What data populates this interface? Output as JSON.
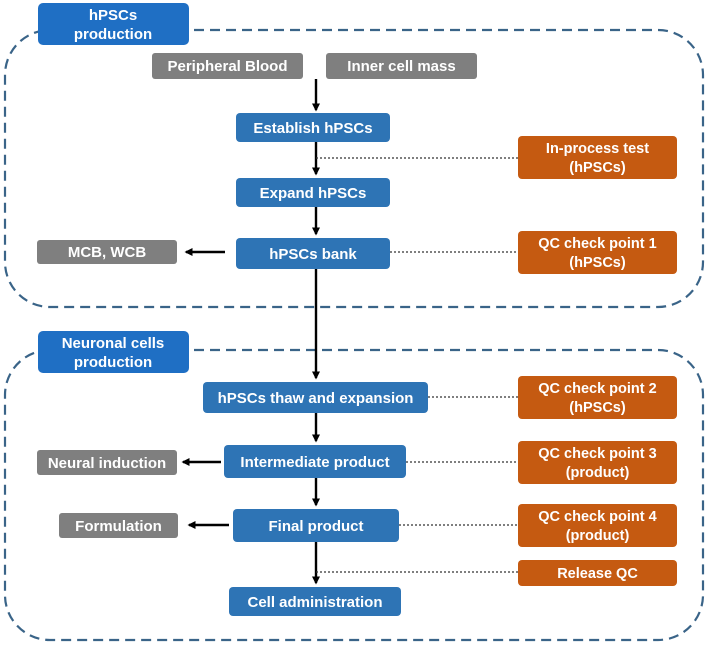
{
  "sections": [
    {
      "title_lines": [
        "hPSCs",
        "production"
      ]
    },
    {
      "title_lines": [
        "Neuronal cells",
        "production"
      ]
    }
  ],
  "sources": [
    "Peripheral Blood",
    "Inner cell mass"
  ],
  "main_steps": [
    "Establish hPSCs",
    "Expand hPSCs",
    "hPSCs bank",
    "hPSCs thaw and expansion",
    "Intermediate product",
    "Final product",
    "Cell administration"
  ],
  "side_outputs": [
    "MCB, WCB",
    "Neural induction",
    "Formulation"
  ],
  "qc_items": [
    {
      "lines": [
        "In-process test",
        "(hPSCs)"
      ]
    },
    {
      "lines": [
        "QC check point 1",
        "(hPSCs)"
      ]
    },
    {
      "lines": [
        "QC check point 2",
        "(hPSCs)"
      ]
    },
    {
      "lines": [
        "QC check point 3",
        "(product)"
      ]
    },
    {
      "lines": [
        "QC check point 4",
        "(product)"
      ]
    },
    {
      "lines": [
        "Release QC"
      ]
    }
  ],
  "colors": {
    "blue": "#2E74B5",
    "title_blue": "#1F6FC4",
    "gray": "#7F7F7F",
    "orange": "#C55A11",
    "dash": "#3A6488",
    "arrow": "#000000"
  }
}
